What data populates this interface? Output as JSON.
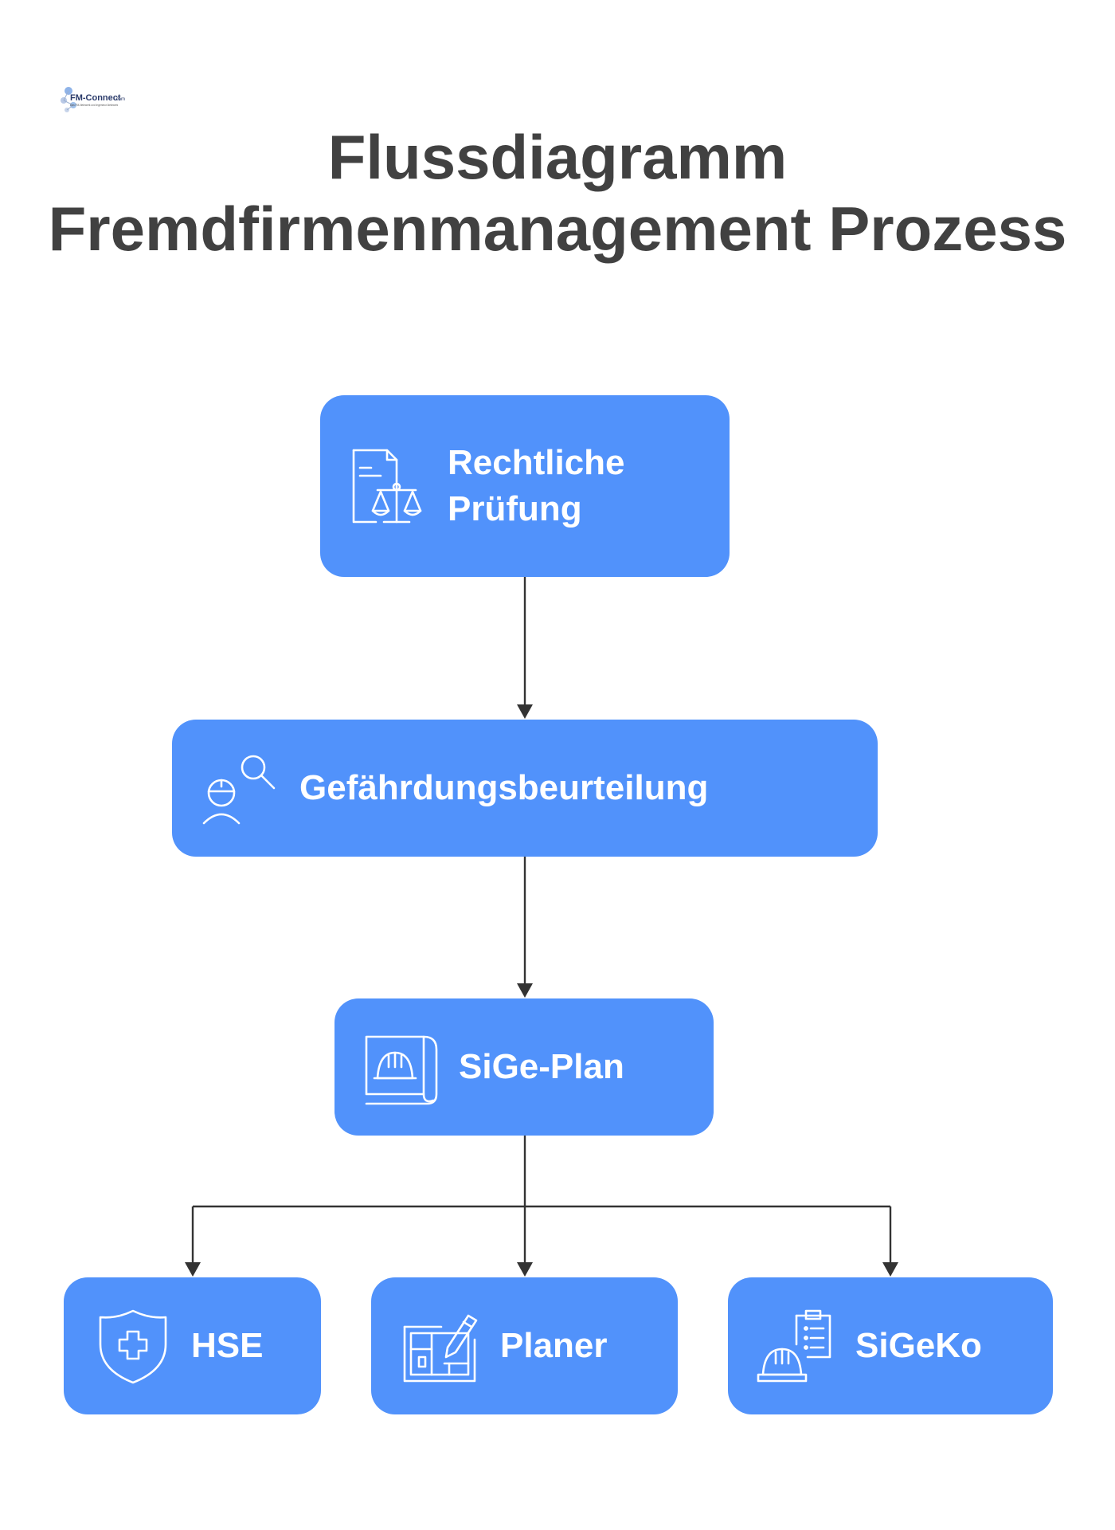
{
  "logo": {
    "text_main": "FM-Connect",
    "text_suffix": ".com",
    "tagline": "Das FM-Netzwerk und Ingenieur-Netzwerk"
  },
  "title": {
    "line1": "Flussdiagramm",
    "line2": "Fremdfirmenmanagement Prozess"
  },
  "colors": {
    "node_fill": "#5192fb",
    "node_text": "#ffffff",
    "title_text": "#414141",
    "connector": "#333333"
  },
  "nodes": {
    "rechtliche_pruefung": {
      "line1": "Rechtliche",
      "line2": "Prüfung",
      "icon": "document-scales-icon"
    },
    "gefaehrdungsbeurteilung": {
      "label": "Gefährdungsbeurteilung",
      "icon": "worker-search-icon"
    },
    "sige_plan": {
      "label": "SiGe-Plan",
      "icon": "helmet-plan-icon"
    },
    "hse": {
      "label": "HSE",
      "icon": "shield-cross-icon"
    },
    "planer": {
      "label": "Planer",
      "icon": "blueprint-pencil-icon"
    },
    "sigeko": {
      "label": "SiGeKo",
      "icon": "helmet-clipboard-icon"
    }
  },
  "edges": [
    {
      "from": "Rechtliche Prüfung",
      "to": "Gefährdungsbeurteilung"
    },
    {
      "from": "Gefährdungsbeurteilung",
      "to": "SiGe-Plan"
    },
    {
      "from": "SiGe-Plan",
      "to": "HSE"
    },
    {
      "from": "SiGe-Plan",
      "to": "Planer"
    },
    {
      "from": "SiGe-Plan",
      "to": "SiGeKo"
    }
  ]
}
